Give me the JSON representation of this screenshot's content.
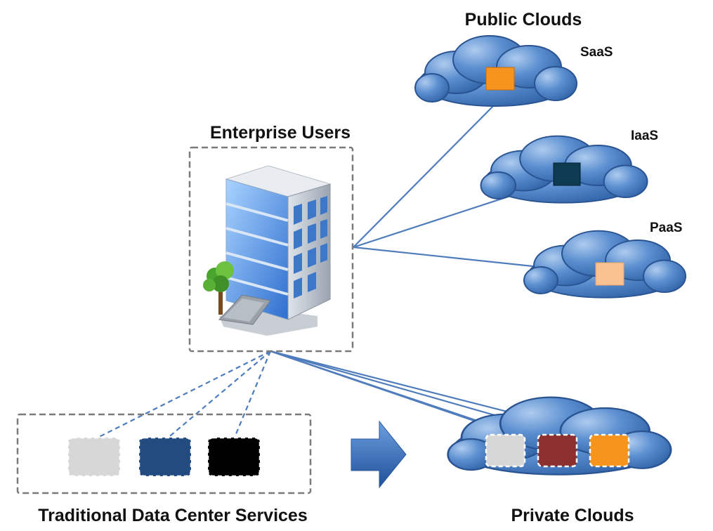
{
  "labels": {
    "public_clouds": "Public Clouds",
    "enterprise_users": "Enterprise Users",
    "traditional": "Traditional Data Center Services",
    "private_clouds": "Private Clouds"
  },
  "public_services": [
    {
      "label": "SaaS",
      "color": "#f7941d"
    },
    {
      "label": "IaaS",
      "color": "#0e3a52"
    },
    {
      "label": "PaaS",
      "color": "#fbc291"
    }
  ],
  "traditional_services": [
    {
      "color": "#d7d7d7"
    },
    {
      "color": "#234b80"
    },
    {
      "color": "#000000"
    }
  ],
  "private_services": [
    {
      "color": "#d7d7d7"
    },
    {
      "color": "#8b2f2f"
    },
    {
      "color": "#f7941d"
    }
  ],
  "colors": {
    "cloud": "#4a7fc0",
    "connector": "#4e7cbc",
    "box_border": "#7a7a7a",
    "arrow": "#3a74bd"
  }
}
